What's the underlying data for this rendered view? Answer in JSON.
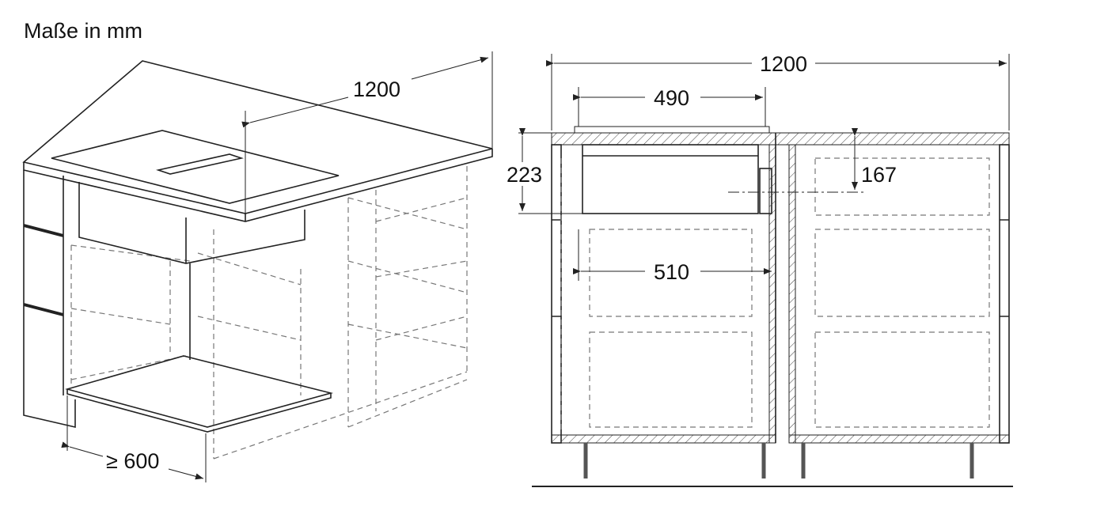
{
  "caption": "Maße in mm",
  "iso_view": {
    "width": "1200",
    "depth": "≥ 600"
  },
  "front_view": {
    "total_width": "1200",
    "hob_width": "490",
    "hob_height": "223",
    "duct_axis_height": "167",
    "cutout_width": "510"
  },
  "colors": {
    "line": "#222222",
    "floor_plate": "#c8c8c8"
  }
}
